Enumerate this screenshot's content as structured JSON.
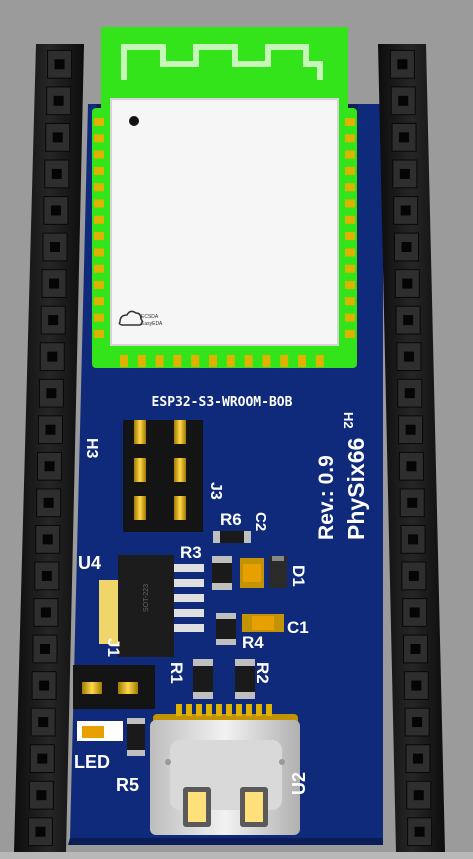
{
  "board": {
    "title": "ESP32-S3-WROOM-BOB",
    "revision": "Rev.: 0.9",
    "author": "PhySix66",
    "module_logo_line1": "ECSDA",
    "module_logo_line2": "EasyEDA",
    "regulator_marking": "SOT-223"
  },
  "designators": {
    "h2": "H2",
    "h3": "H3",
    "j1": "J1",
    "j3": "J3",
    "u2": "U2",
    "u4": "U4",
    "d1": "D1",
    "c1": "C1",
    "c2": "C2",
    "r1": "R1",
    "r2": "R2",
    "r3": "R3",
    "r4": "R4",
    "r5": "R5",
    "r6": "R6",
    "led": "LED"
  },
  "headers": {
    "left_pin_count": 22,
    "right_pin_count": 22
  },
  "colors": {
    "background": "#9b9b9b",
    "pcb": "#0f2a7a",
    "antenna_green": "#33e41a",
    "header_black": "#1b1b1b",
    "gold": "#e0b200",
    "silkscreen": "#ffffff"
  }
}
